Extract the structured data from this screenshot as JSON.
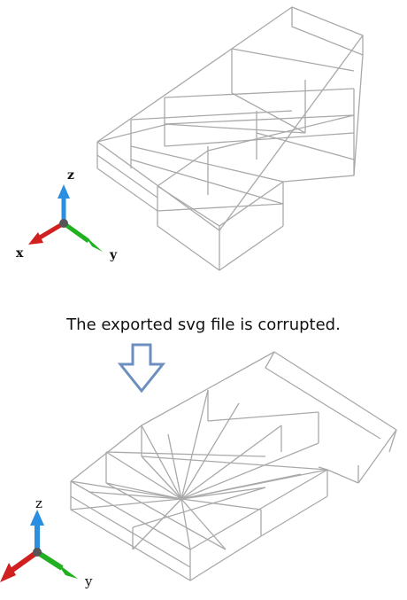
{
  "caption": "The exported svg file is corrupted.",
  "colors": {
    "wireframe": "#a9a9a9",
    "axis_x": "#d02020",
    "axis_y": "#20b020",
    "axis_z": "#2a8fe0",
    "arrow_outline": "#6c8fbf"
  },
  "top_figure": {
    "axis_labels": {
      "x": "x",
      "y": "y",
      "z": "z"
    }
  },
  "bottom_figure": {
    "axis_labels": {
      "y": "y",
      "z": "z"
    }
  },
  "icons": [
    "down-arrow-icon",
    "axis-triad-icon"
  ]
}
